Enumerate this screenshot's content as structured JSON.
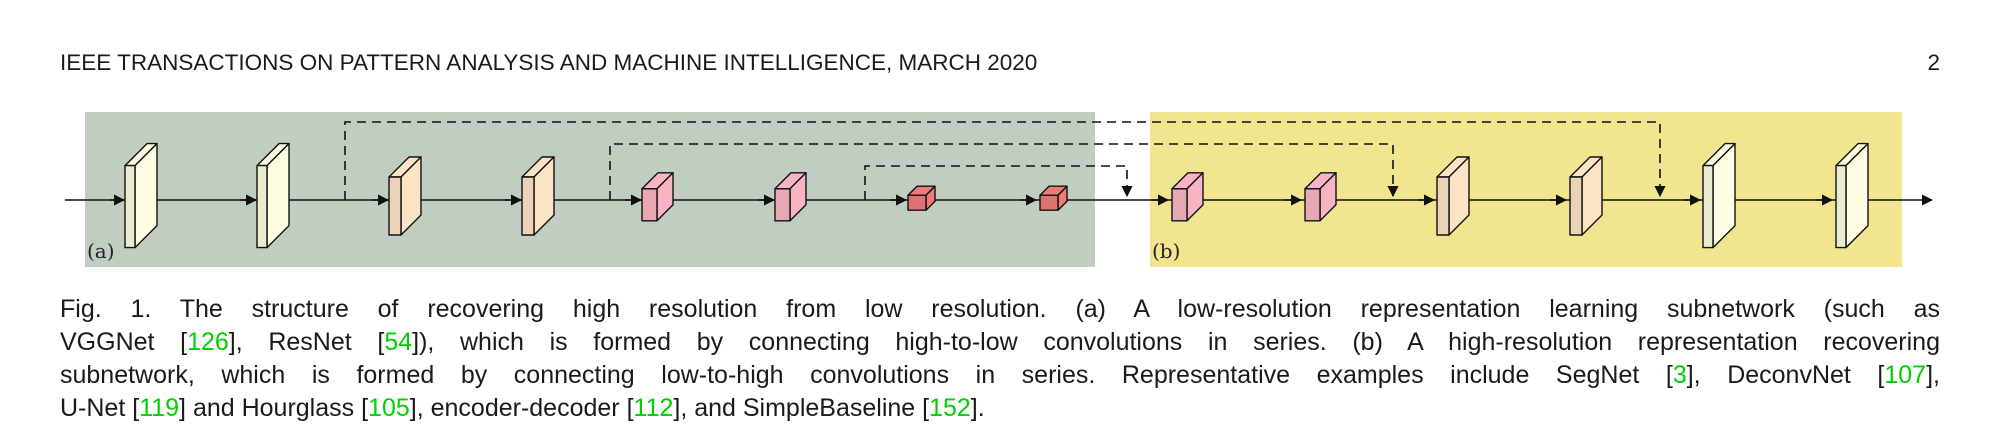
{
  "header": {
    "title": "IEEE TRANSACTIONS ON PATTERN ANALYSIS AND MACHINE INTELLIGENCE, MARCH 2020",
    "page_number": "2"
  },
  "figure": {
    "panel_a_label": "(a)",
    "panel_b_label": "(b)",
    "colors": {
      "panel_a_bg": "#c2cdc1",
      "panel_b_bg": "#f1e68f",
      "high_res_block": "#fefde2",
      "mid_res_block": "#fce3c4",
      "low_res_block": "#f8b4c2",
      "lowest_res_block": "#ee7b78"
    }
  },
  "caption": {
    "line1": {
      "text": "Fig. 1. The structure of recovering high resolution from low resolution. (a) A low-resolution representation learning subnetwork (such as"
    },
    "line2": {
      "t1": "VGGNet [",
      "c1": "126",
      "t2": "], ResNet [",
      "c2": "54",
      "t3": "]), which is formed by connecting high-to-low convolutions in series. (b) A high-resolution representation recovering"
    },
    "line3": {
      "t1": "subnetwork, which is formed by connecting low-to-high convolutions in series. Representative examples include SegNet [",
      "c1": "3",
      "t2": "], DeconvNet [",
      "c2": "107",
      "t3": "],"
    },
    "line4": {
      "t1": "U-Net [",
      "c1": "119",
      "t2": "] and Hourglass [",
      "c2": "105",
      "t3": "], encoder-decoder [",
      "c3": "112",
      "t4": "], and SimpleBaseline [",
      "c4": "152",
      "t5": "]."
    }
  }
}
